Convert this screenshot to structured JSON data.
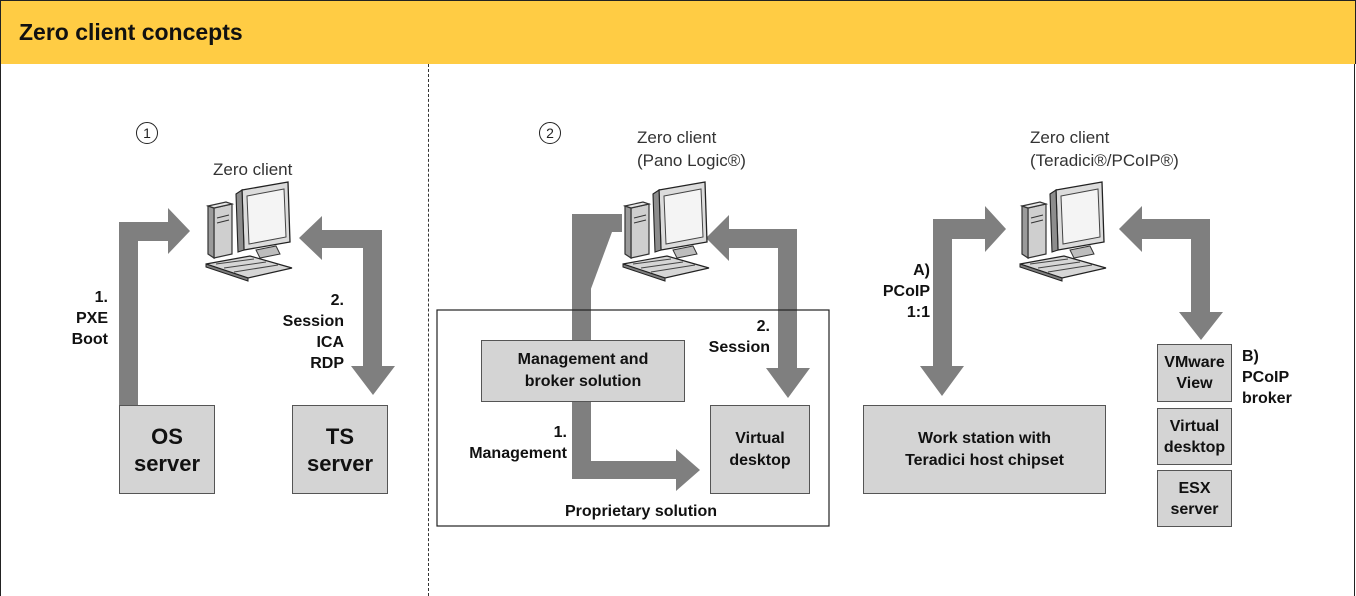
{
  "header": {
    "title": "Zero client concepts",
    "background": "#ffcc44"
  },
  "arrow_color": "#7f7f7f",
  "panel1": {
    "marker": "1",
    "client_label": "Zero client",
    "step1_label": "1.\nPXE\nBoot",
    "step2_label": "2.\nSession\nICA\nRDP",
    "os_server": "OS\nserver",
    "ts_server": "TS\nserver"
  },
  "panel2": {
    "marker": "2",
    "client_label": "Zero client\n(Pano Logic®)",
    "mgmt_box": "Management and\nbroker solution",
    "virtual_desktop": "Virtual\ndesktop",
    "session_label": "2.\nSession",
    "management_label": "1.\nManagement",
    "proprietary_label": "Proprietary solution"
  },
  "panel3": {
    "client_label": "Zero client\n(Teradici®/PCoIP®)",
    "pcoip_label": "A)\nPCoIP\n1:1",
    "workstation": "Work station with\nTeradici host chipset",
    "vmware_view": "VMware\nView",
    "virtual_desktop": "Virtual\ndesktop",
    "esx_server": "ESX\nserver",
    "broker_label": "B)\nPCoIP\nbroker"
  }
}
